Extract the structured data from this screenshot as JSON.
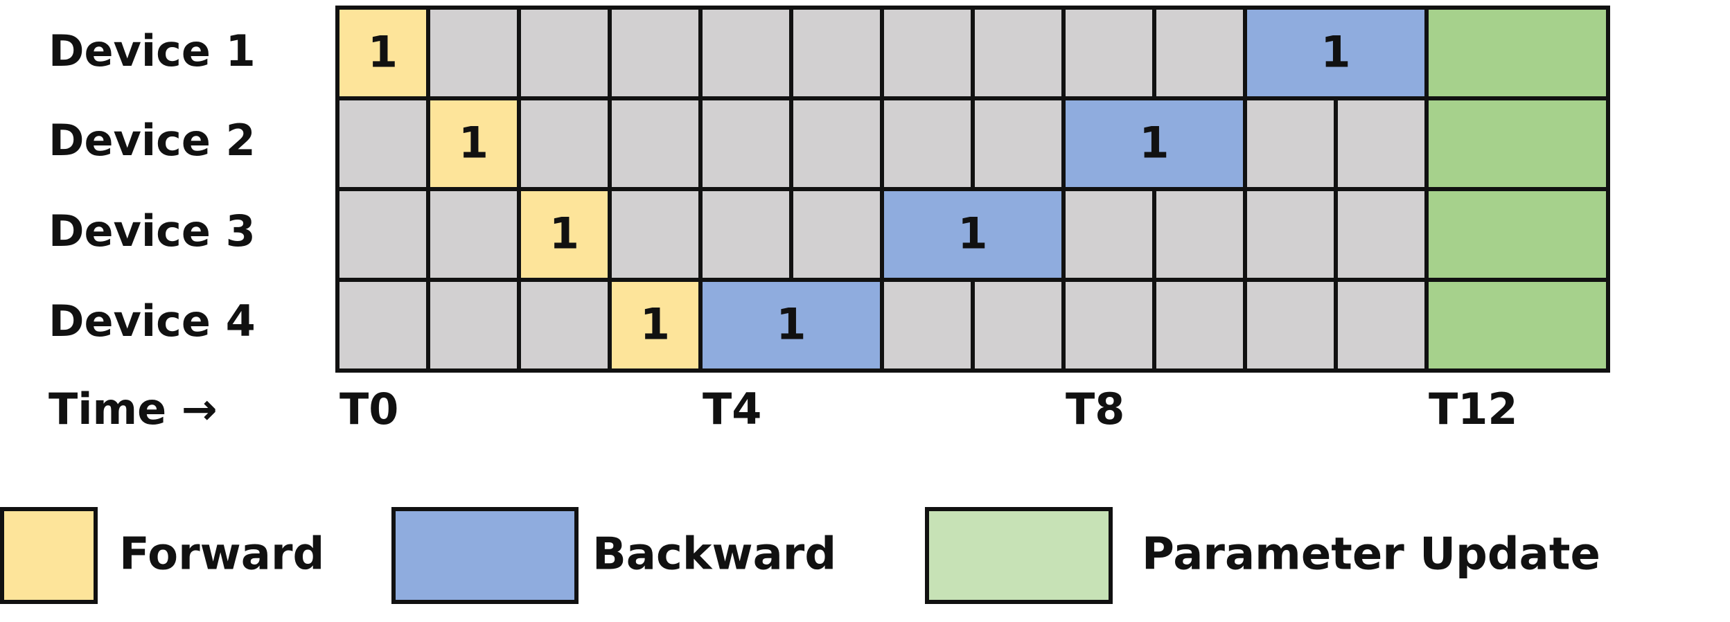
{
  "devices": [
    {
      "label": "Device 1"
    },
    {
      "label": "Device 2"
    },
    {
      "label": "Device 3"
    },
    {
      "label": "Device 4"
    }
  ],
  "time_axis": {
    "label": "Time →",
    "ticks": [
      {
        "step": 0,
        "label": "T0"
      },
      {
        "step": 4,
        "label": "T4"
      },
      {
        "step": 8,
        "label": "T8"
      },
      {
        "step": 12,
        "label": "T12"
      }
    ]
  },
  "schedule": {
    "steps": 12,
    "rows": [
      {
        "device": "Device 1",
        "blocks": [
          {
            "phase": "forward",
            "start": 0,
            "duration": 1,
            "label": "1"
          },
          {
            "phase": "backward",
            "start": 10,
            "duration": 2,
            "label": "1"
          }
        ]
      },
      {
        "device": "Device 2",
        "blocks": [
          {
            "phase": "forward",
            "start": 1,
            "duration": 1,
            "label": "1"
          },
          {
            "phase": "backward",
            "start": 8,
            "duration": 2,
            "label": "1"
          }
        ]
      },
      {
        "device": "Device 3",
        "blocks": [
          {
            "phase": "forward",
            "start": 2,
            "duration": 1,
            "label": "1"
          },
          {
            "phase": "backward",
            "start": 6,
            "duration": 2,
            "label": "1"
          }
        ]
      },
      {
        "device": "Device 4",
        "blocks": [
          {
            "phase": "forward",
            "start": 3,
            "duration": 1,
            "label": "1"
          },
          {
            "phase": "backward",
            "start": 4,
            "duration": 2,
            "label": "1"
          }
        ]
      }
    ],
    "update": {
      "start": 12,
      "duration": 2
    }
  },
  "legend": [
    {
      "phase": "forward",
      "label": "Forward"
    },
    {
      "phase": "backward",
      "label": "Backward"
    },
    {
      "phase": "update",
      "label": "Parameter Update"
    }
  ],
  "colors": {
    "forward": "#FDE49A",
    "backward": "#8FACDE",
    "update": "#A6D18C",
    "update_legend": "#C7E2B6",
    "idle": "#D2D0D1",
    "border": "#111111"
  }
}
